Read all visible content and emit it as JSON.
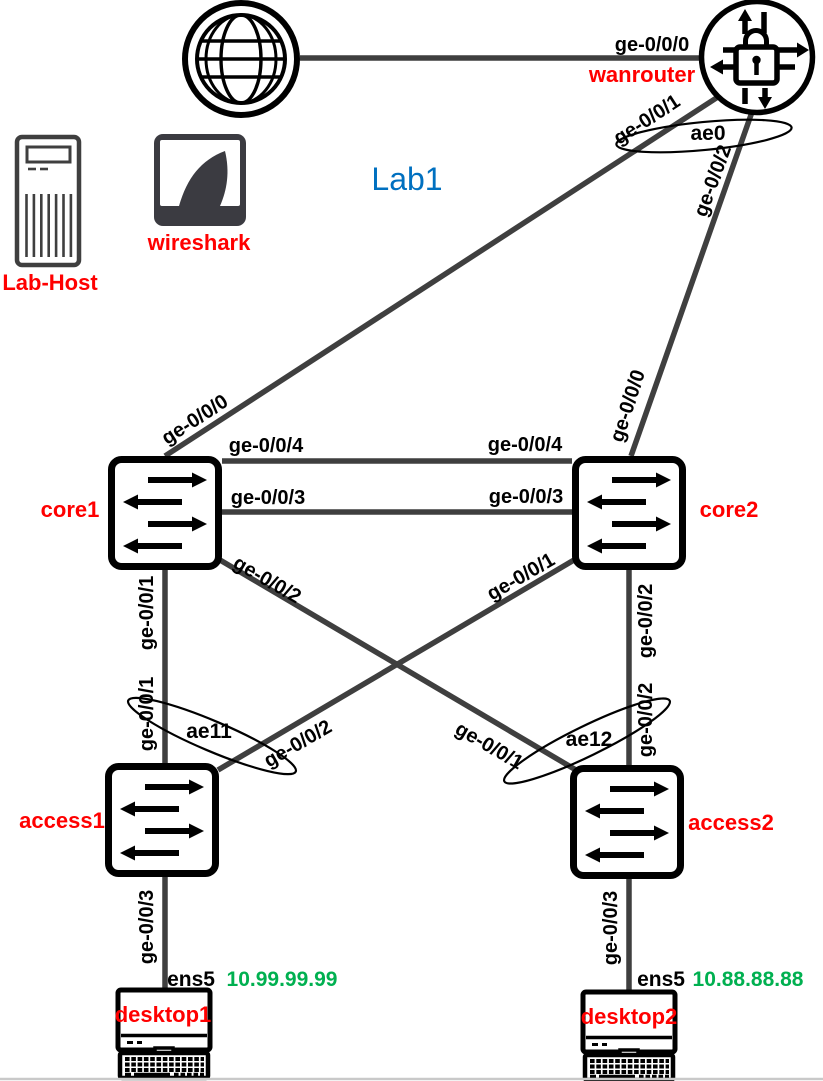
{
  "title": "Lab1",
  "nodes": {
    "wanrouter": "wanrouter",
    "labhost": "Lab-Host",
    "wireshark": "wireshark",
    "core1": "core1",
    "core2": "core2",
    "access1": "access1",
    "access2": "access2",
    "desktop1": "desktop1",
    "desktop2": "desktop2"
  },
  "lags": {
    "ae0": "ae0",
    "ae11": "ae11",
    "ae12": "ae12"
  },
  "ifaces": {
    "wan_internet": "ge-0/0/0",
    "wan_core1": "ge-0/0/1",
    "wan_core2": "ge-0/0/2",
    "core1_uplink": "ge-0/0/0",
    "core2_uplink": "ge-0/0/0",
    "core1_xc4": "ge-0/0/4",
    "core2_xc4": "ge-0/0/4",
    "core1_xc3": "ge-0/0/3",
    "core2_xc3": "ge-0/0/3",
    "core1_down1": "ge-0/0/1",
    "access1_up1": "ge-0/0/1",
    "core1_down2": "ge-0/0/2",
    "core2_down1": "ge-0/0/1",
    "access1_up2": "ge-0/0/2",
    "access2_up1": "ge-0/0/1",
    "core2_down2": "ge-0/0/2",
    "access2_up2": "ge-0/0/2",
    "access1_host": "ge-0/0/3",
    "access2_host": "ge-0/0/3"
  },
  "hosts": {
    "desktop1_nic": "ens5",
    "desktop1_ip": "10.99.99.99",
    "desktop2_nic": "ens5",
    "desktop2_ip": "10.88.88.88"
  },
  "colors": {
    "node_label": "#ff0000",
    "ip_text": "#00b050",
    "title_text": "#0070c0",
    "link_line": "#3f3f3f"
  }
}
